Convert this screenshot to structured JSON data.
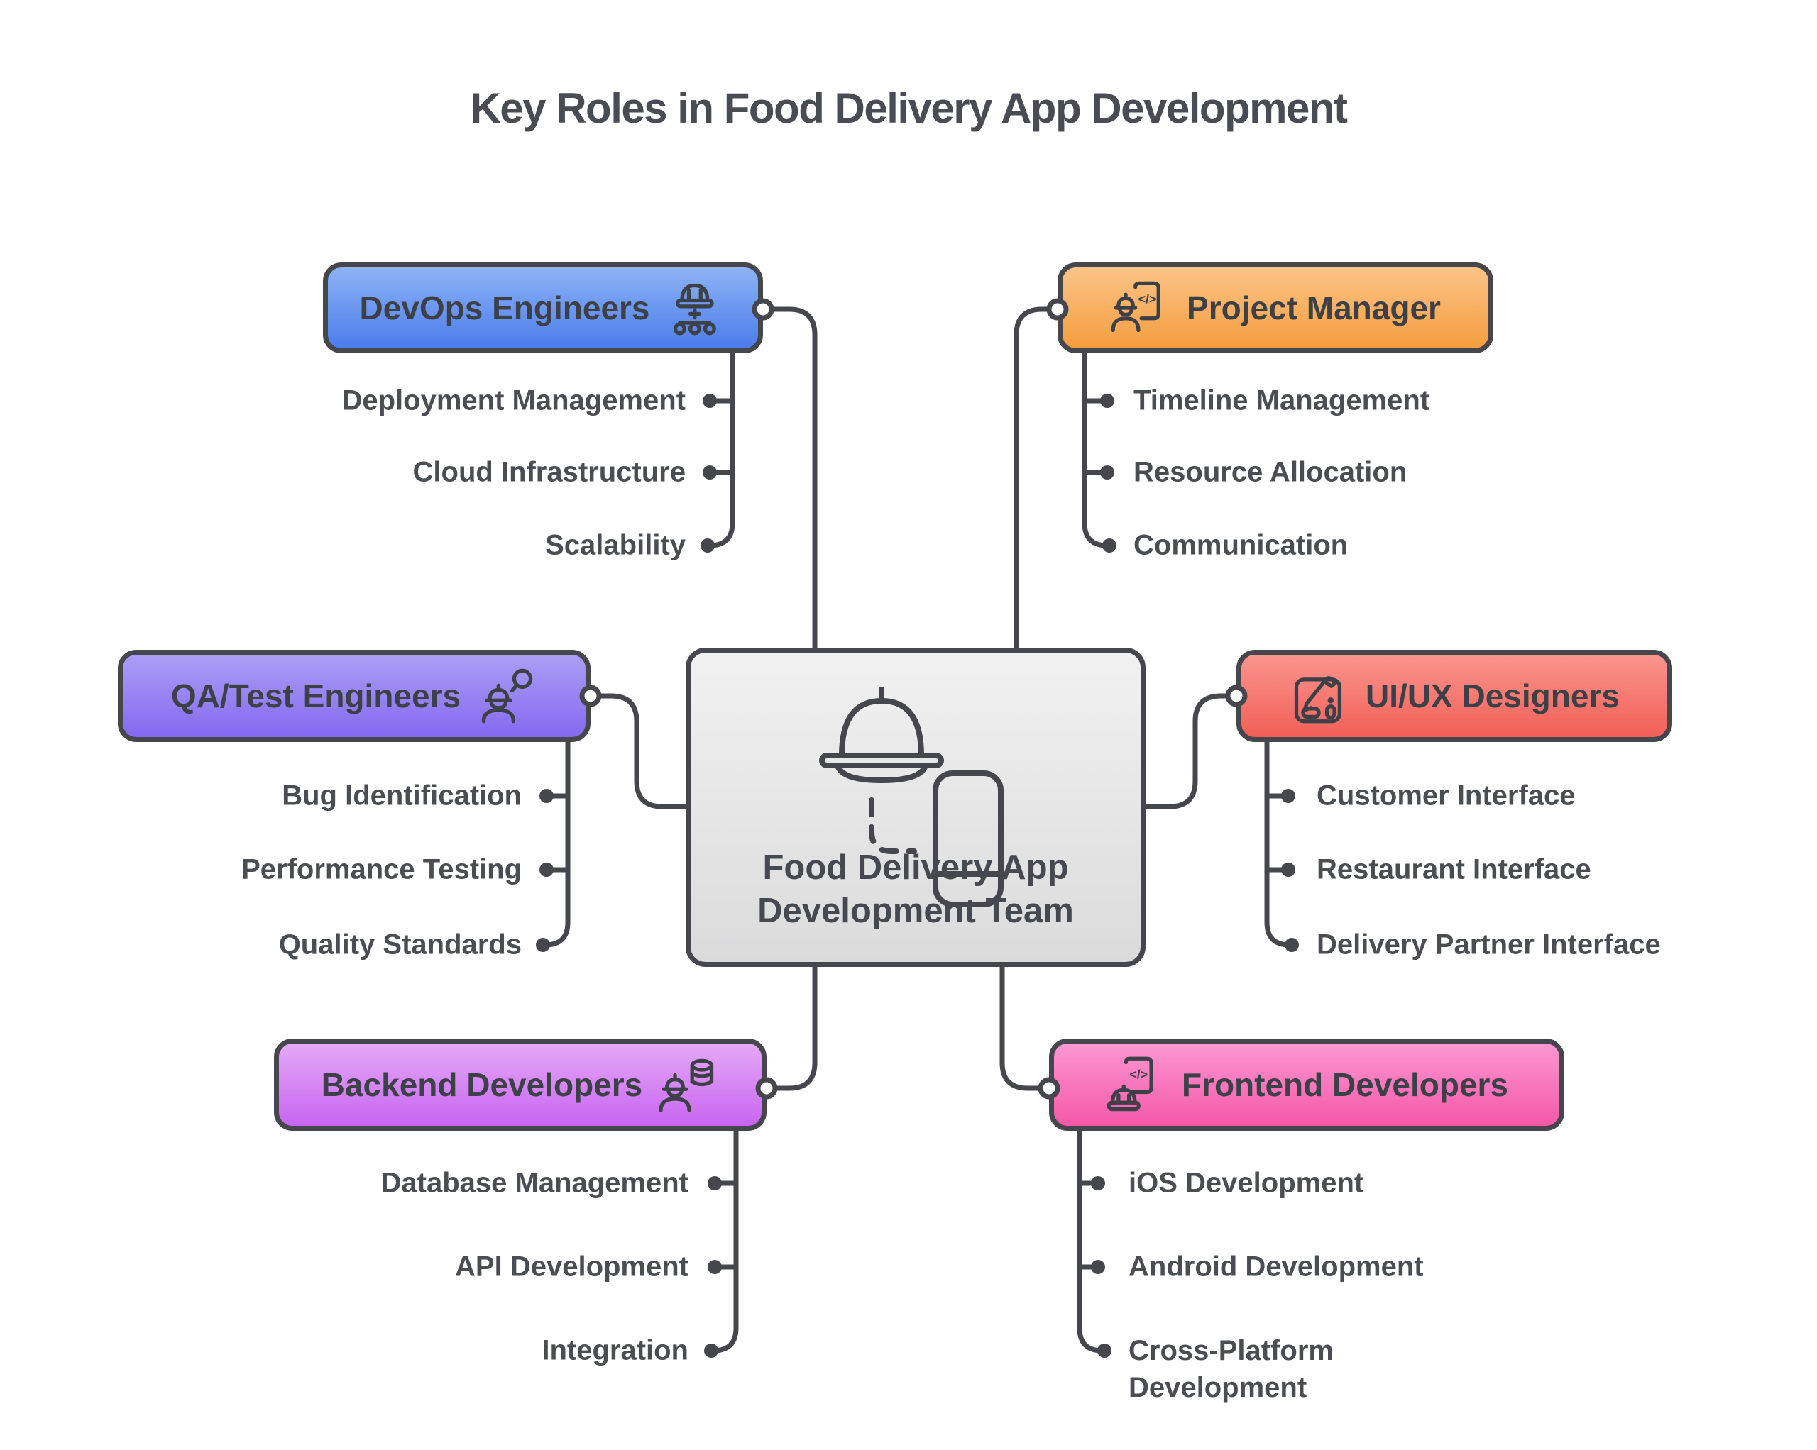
{
  "title": "Key Roles in Food Delivery App Development",
  "colors": {
    "ink": "#46474c",
    "text": "#4a4d52",
    "background": "#ffffff",
    "center_top": "#f1f1f1",
    "center_bottom": "#dbdbdc"
  },
  "center": {
    "label_line1": "Food Delivery App",
    "label_line2": "Development Team",
    "icon": "cloche-phone-icon"
  },
  "roles": [
    {
      "label": "DevOps Engineers",
      "icon": "hardhat-sitemap-icon",
      "gradient_top": "#8db3f5",
      "gradient_bottom": "#4c7ceb",
      "items": [
        "Deployment Management",
        "Cloud Infrastructure",
        "Scalability"
      ]
    },
    {
      "label": "Project Manager",
      "icon": "engineer-code-doc-icon",
      "gradient_top": "#fac488",
      "gradient_bottom": "#f59d3e",
      "items": [
        "Timeline Management",
        "Resource Allocation",
        "Communication"
      ]
    },
    {
      "label": "QA/Test Engineers",
      "icon": "engineer-magnifier-icon",
      "gradient_top": "#ab9ef5",
      "gradient_bottom": "#8469ef",
      "items": [
        "Bug Identification",
        "Performance Testing",
        "Quality Standards"
      ]
    },
    {
      "label": "UI/UX Designers",
      "icon": "tablet-pencil-icon",
      "gradient_top": "#fa958e",
      "gradient_bottom": "#f25f57",
      "items": [
        "Customer Interface",
        "Restaurant Interface",
        "Delivery Partner Interface"
      ]
    },
    {
      "label": "Backend Developers",
      "icon": "engineer-database-icon",
      "gradient_top": "#e5a9f7",
      "gradient_bottom": "#c765f0",
      "items": [
        "Database Management",
        "API Development",
        "Integration"
      ]
    },
    {
      "label": "Frontend Developers",
      "icon": "code-doc-hardhat-icon",
      "gradient_top": "#fb97d1",
      "gradient_bottom": "#f558a8",
      "items": [
        "iOS Development",
        "Android Development",
        "Cross-Platform Development"
      ]
    }
  ]
}
